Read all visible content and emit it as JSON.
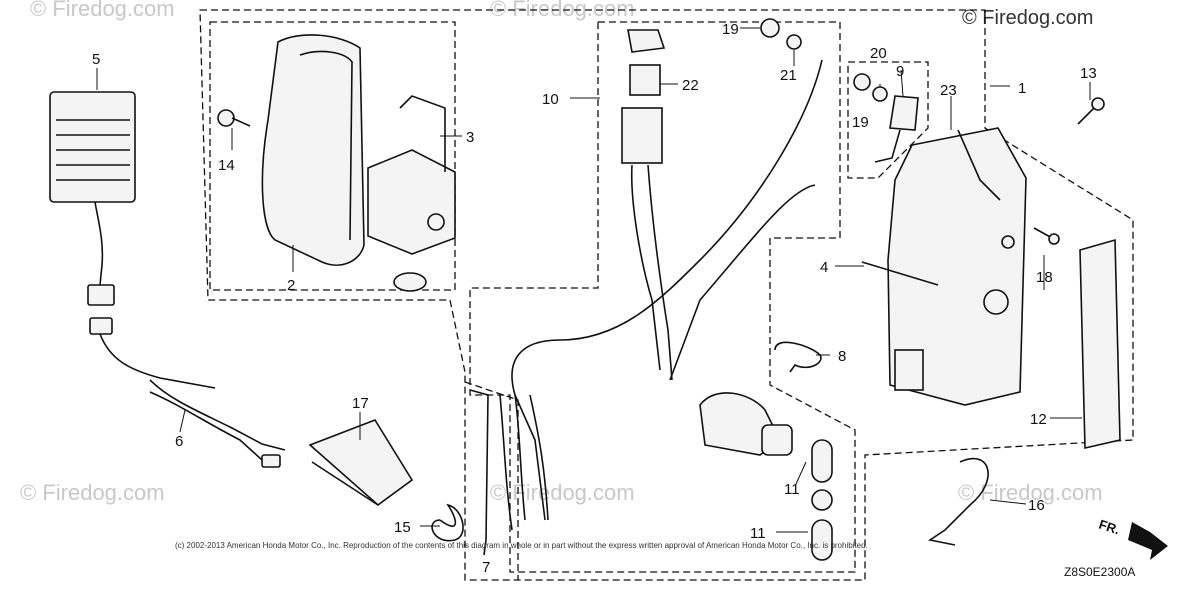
{
  "watermark": {
    "top_right": "© Firedog.com",
    "faint": [
      "© Firedog.com",
      "© Firedog.com",
      "© Firedog.com",
      "© Firedog.com",
      "© Firedog.com"
    ]
  },
  "copyright": "(c) 2002-2013 American Honda Motor Co., Inc. Reproduction of the contents of this diagram in whole or in part without the express written approval of American Honda Motor Co., Inc. is prohibited.",
  "diagram_code": "Z8S0E2300A",
  "fr_label": "FR.",
  "callouts": [
    "1",
    "2",
    "3",
    "4",
    "5",
    "6",
    "7",
    "8",
    "9",
    "10",
    "11",
    "11",
    "12",
    "13",
    "14",
    "15",
    "16",
    "17",
    "18",
    "19",
    "19",
    "20",
    "21",
    "22",
    "23"
  ]
}
